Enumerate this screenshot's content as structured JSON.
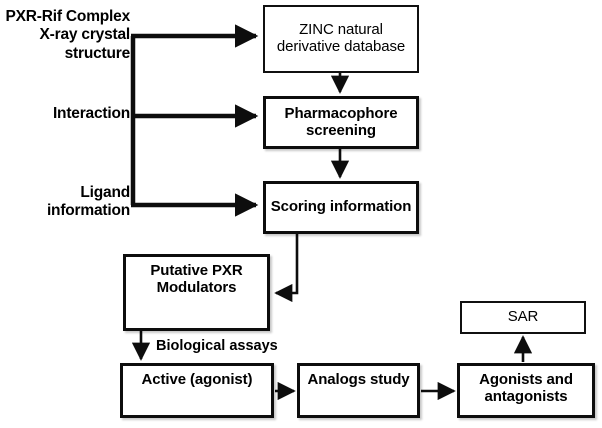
{
  "diagram": {
    "title": "PXR virtual screening and SAR workflow flowchart",
    "background_color": "#ffffff",
    "line_color": "#0d0d0d",
    "text_color": "#000000",
    "inputs": [
      {
        "id": "xray",
        "text": "PXR-Rif Complex X-ray crystal structure"
      },
      {
        "id": "interaction",
        "text": "Interaction"
      },
      {
        "id": "ligand",
        "text": "Ligand information"
      }
    ],
    "nodes": [
      {
        "id": "zinc",
        "label": "ZINC natural derivative database"
      },
      {
        "id": "pharmacophore",
        "label": "Pharmacophore screening"
      },
      {
        "id": "scoring",
        "label": "Scoring information"
      },
      {
        "id": "putative",
        "label": "Putative PXR Modulators"
      },
      {
        "id": "active",
        "label": "Active (agonist)"
      },
      {
        "id": "analogs",
        "label": "Analogs study"
      },
      {
        "id": "agonists",
        "label": "Agonists and antagonists"
      },
      {
        "id": "sar",
        "label": "SAR"
      }
    ],
    "edge_labels": [
      {
        "id": "bio-assays",
        "text": "Biological assays"
      }
    ]
  }
}
